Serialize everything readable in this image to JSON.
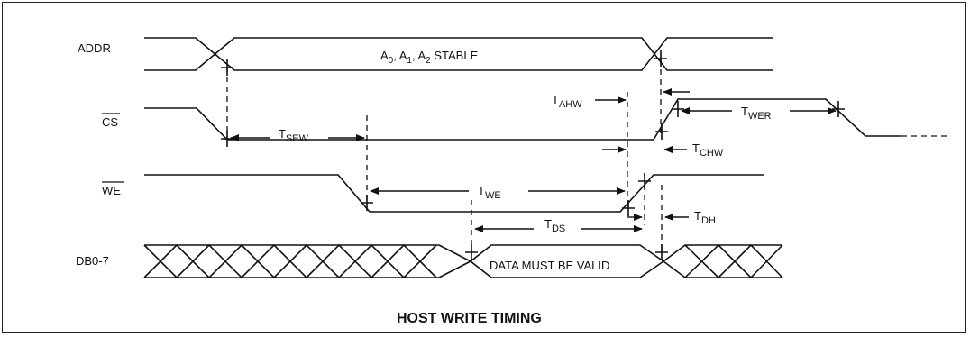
{
  "signals": {
    "addr": "ADDR",
    "cs": "CS",
    "we": "WE",
    "db": "DB0-7"
  },
  "annotations": {
    "addr_stable": {
      "parts": [
        "A",
        "0",
        ", A",
        "1",
        ", A",
        "2",
        " STABLE"
      ]
    },
    "data_valid": "DATA MUST BE VALID"
  },
  "timing_params": {
    "t_sew": {
      "main": "T",
      "sub": "SEW"
    },
    "t_ahw": {
      "main": "T",
      "sub": "AHW"
    },
    "t_wer": {
      "main": "T",
      "sub": "WER"
    },
    "t_chw": {
      "main": "T",
      "sub": "CHW"
    },
    "t_we": {
      "main": "T",
      "sub": "WE"
    },
    "t_ds": {
      "main": "T",
      "sub": "DS"
    },
    "t_dh": {
      "main": "T",
      "sub": "DH"
    }
  },
  "title": "HOST WRITE TIMING"
}
